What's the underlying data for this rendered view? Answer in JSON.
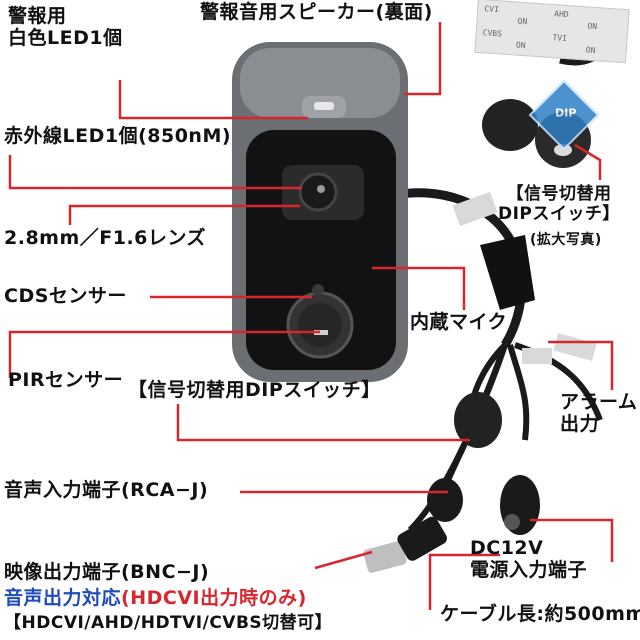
{
  "labels": {
    "alarm_led": "警報用\n白色LED1個",
    "speaker": "警報音用スピーカー(裏面)",
    "ir_led": "赤外線LED1個(850nM)",
    "lens": "2.8mm／F1.6レンズ",
    "cds": "CDSセンサー",
    "mic": "内蔵マイク",
    "pir": "PIRセンサー",
    "dip_switch": "【信号切替用DIPスイッチ】",
    "dip_switch_photo_title": "【信号切替用\nDIPスイッチ】",
    "dip_switch_photo_caption": "(拡大写真)",
    "alarm_output": "アラーム\n出力",
    "audio_in": "音声入力端子(RCA−J)",
    "video_out": "映像出力端子(BNC−J)",
    "audio_out_prefix": "音声出力対応",
    "audio_out_note": "(HDCVI出力時のみ)",
    "formats": "【HDCVI/AHD/HDTVI/CVBS切替可】",
    "dc": "DC12V\n電源入力端子",
    "cable": "ケーブル長:約500mm"
  },
  "dip_sheet": [
    "CVI",
    "AHD",
    "CVBS",
    "TVI",
    "ON",
    "ON",
    "ON",
    "ON"
  ],
  "badge_text": "DIP",
  "colors": {
    "leader": "#d8262e",
    "blue_text": "#1e4bb8",
    "red_text": "#d8262e"
  }
}
